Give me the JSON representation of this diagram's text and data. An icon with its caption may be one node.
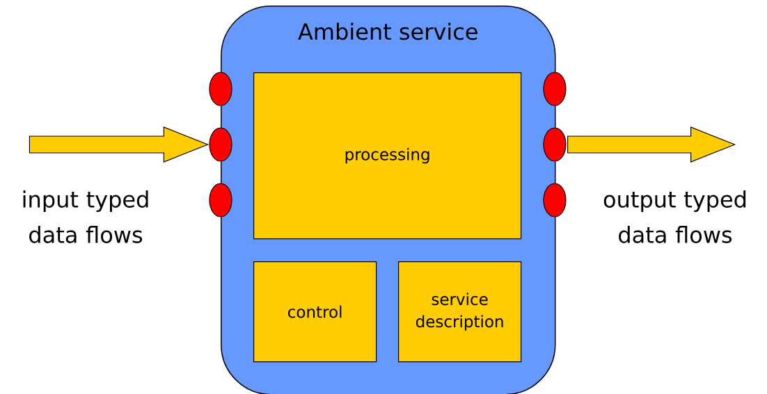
{
  "diagram": {
    "nodes": [
      {
        "text": [
          "Ambient service"
        ]
      },
      {
        "text": [
          "processing"
        ],
        "in": 0
      },
      {
        "text": [
          "control"
        ],
        "in": 0
      },
      {
        "text": [
          "service description"
        ],
        "in": 0
      },
      {
        "text": [],
        "shape": "circle"
      },
      {
        "text": [],
        "shape": "circle"
      },
      {
        "text": [],
        "shape": "circle"
      },
      {
        "text": [],
        "shape": "circle"
      },
      {
        "text": [],
        "shape": "circle"
      },
      {
        "text": [],
        "shape": "circle"
      }
    ],
    "edges": [
      {
        "from": null,
        "to": 5,
        "arrow": "to"
      },
      {
        "from": 8,
        "to": null,
        "arrow": "to"
      }
    ],
    "labels": [
      "input typed data flows",
      "output typed data flows"
    ]
  }
}
